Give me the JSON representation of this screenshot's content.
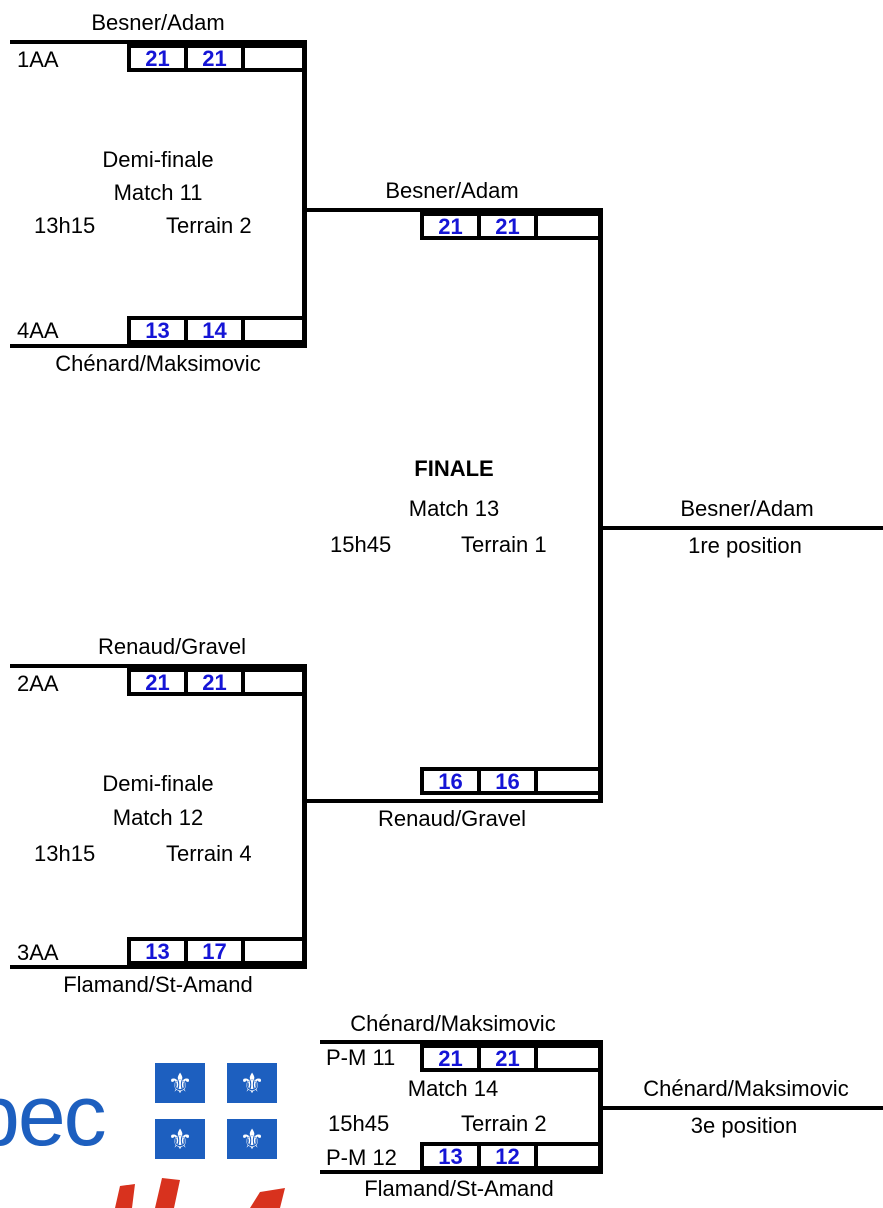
{
  "semifinal1": {
    "top_team": "Besner/Adam",
    "top_seed": "1AA",
    "top_scores": [
      "21",
      "21",
      ""
    ],
    "bottom_team": "Chénard/Maksimovic",
    "bottom_seed": "4AA",
    "bottom_scores": [
      "13",
      "14",
      ""
    ],
    "round": "Demi-finale",
    "match": "Match 11",
    "time": "13h15",
    "court": "Terrain 2"
  },
  "semifinal2": {
    "top_team": "Renaud/Gravel",
    "top_seed": "2AA",
    "top_scores": [
      "21",
      "21",
      ""
    ],
    "bottom_team": "Flamand/St-Amand",
    "bottom_seed": "3AA",
    "bottom_scores": [
      "13",
      "17",
      ""
    ],
    "round": "Demi-finale",
    "match": "Match 12",
    "time": "13h15",
    "court": "Terrain 4"
  },
  "final": {
    "top_team": "Besner/Adam",
    "top_scores": [
      "21",
      "21",
      ""
    ],
    "bottom_team": "Renaud/Gravel",
    "bottom_scores": [
      "16",
      "16",
      ""
    ],
    "round": "FINALE",
    "match": "Match 13",
    "time": "15h45",
    "court": "Terrain 1",
    "winner": "Besner/Adam",
    "position": "1re position"
  },
  "third_place": {
    "top_team": "Chénard/Maksimovic",
    "top_seed": "P-M 11",
    "top_scores": [
      "21",
      "21",
      ""
    ],
    "bottom_team": "Flamand/St-Amand",
    "bottom_seed": "P-M 12",
    "bottom_scores": [
      "13",
      "12",
      ""
    ],
    "match": "Match 14",
    "time": "15h45",
    "court": "Terrain 2",
    "winner": "Chénard/Maksimovic",
    "position": "3e position"
  },
  "logo": {
    "text": "bec",
    "color_blue": "#1d5fbf",
    "color_red": "#d8321e"
  },
  "colors": {
    "score": "#1515d6",
    "line": "#000000"
  }
}
